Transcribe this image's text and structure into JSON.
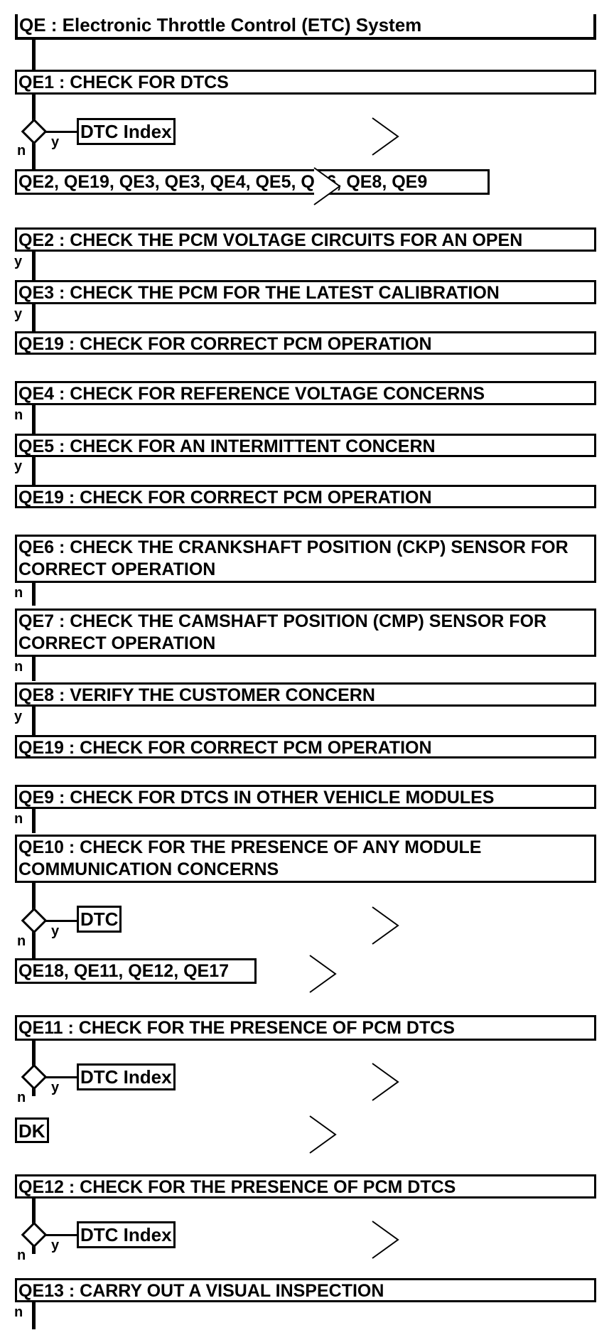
{
  "title": "QE : Electronic Throttle Control (ETC) System",
  "steps": {
    "qe1": "QE1 : CHECK FOR DTCS",
    "qe1_list": "QE2, QE19, QE3, QE3, QE4, QE5, QE6, QE8, QE9",
    "qe2": "QE2 : CHECK THE PCM VOLTAGE CIRCUITS FOR AN OPEN",
    "qe3": "QE3 : CHECK THE PCM FOR THE LATEST CALIBRATION",
    "qe19a": "QE19 : CHECK FOR CORRECT PCM OPERATION",
    "qe4": "QE4 : CHECK FOR REFERENCE VOLTAGE CONCERNS",
    "qe5": "QE5 : CHECK FOR AN INTERMITTENT CONCERN",
    "qe19b": "QE19 : CHECK FOR CORRECT PCM OPERATION",
    "qe6": "QE6 : CHECK THE CRANKSHAFT POSITION (CKP) SENSOR FOR CORRECT OPERATION",
    "qe7": "QE7 : CHECK THE CAMSHAFT POSITION (CMP) SENSOR FOR CORRECT OPERATION",
    "qe8": "QE8 : VERIFY THE CUSTOMER CONCERN",
    "qe19c": "QE19 : CHECK FOR CORRECT PCM OPERATION",
    "qe9": "QE9 : CHECK FOR DTCS IN OTHER VEHICLE MODULES",
    "qe10": "QE10 : CHECK FOR THE PRESENCE OF ANY MODULE COMMUNICATION CONCERNS",
    "qe10_list": "QE18, QE11, QE12, QE17",
    "qe11": "QE11 : CHECK FOR THE PRESENCE OF PCM DTCS",
    "qe12": "QE12 : CHECK FOR THE PRESENCE OF PCM DTCS",
    "qe13": "QE13 : CARRY OUT A VISUAL INSPECTION"
  },
  "branches": {
    "dtc_index": "DTC Index",
    "dtc": "DTC",
    "dk": "DK"
  },
  "labels": {
    "y": "y",
    "n": "n"
  }
}
